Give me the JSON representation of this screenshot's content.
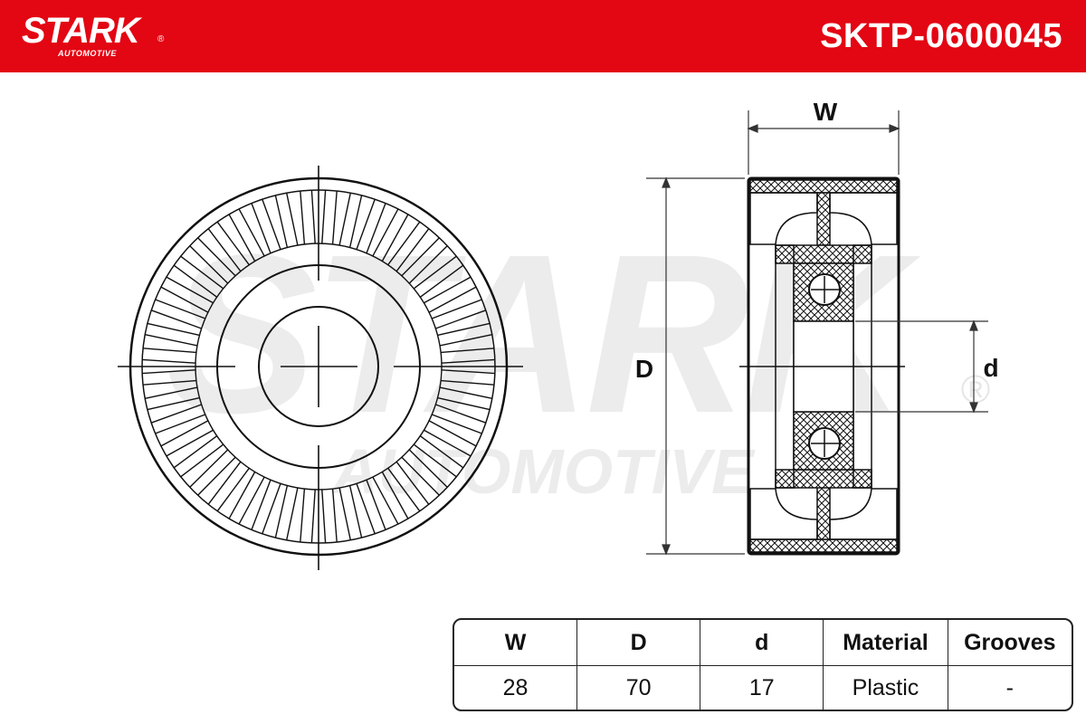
{
  "header": {
    "brand": "STARK",
    "brand_sub": "AUTOMOTIVE",
    "registered": "®",
    "part_number": "SKTP-0600045",
    "color": "#e30613"
  },
  "watermark": {
    "text_main": "STARK",
    "text_sub": "AUTOMOTIVE",
    "registered": "®"
  },
  "drawing": {
    "label_w": "W",
    "label_D": "D",
    "label_d": "d"
  },
  "table": {
    "headers": [
      "W",
      "D",
      "d",
      "Material",
      "Grooves"
    ],
    "values": [
      "28",
      "70",
      "17",
      "Plastic",
      "-"
    ]
  }
}
